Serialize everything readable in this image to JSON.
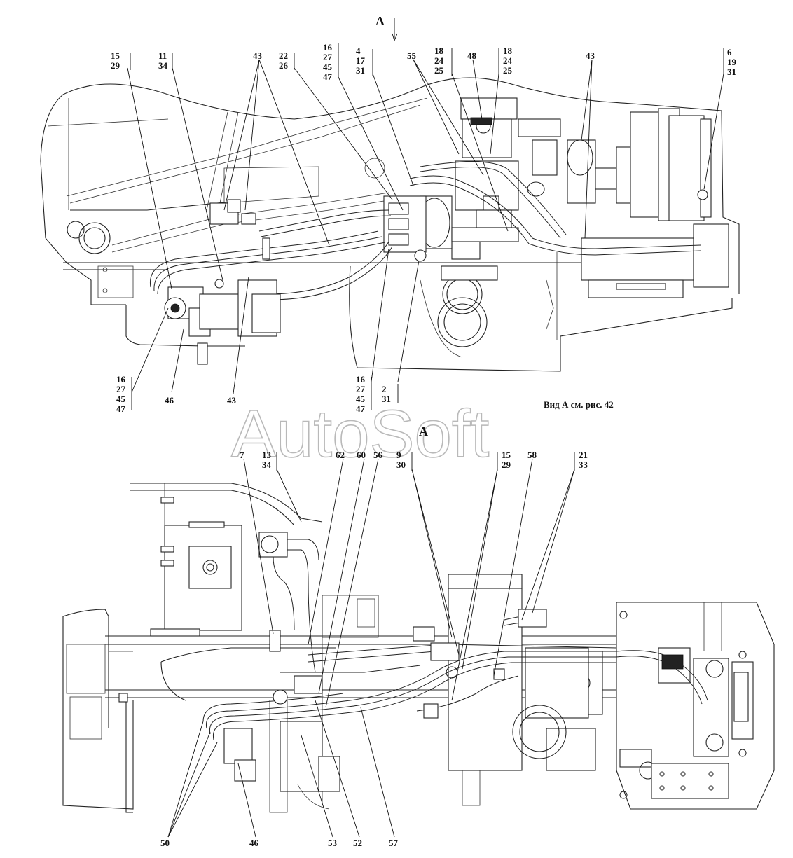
{
  "watermark": "AutoSoft",
  "top_view": {
    "arrow_label": "А",
    "note": "Вид А см. рис. 42",
    "callouts": {
      "c15_29": [
        "15",
        "29"
      ],
      "c11_34": [
        "11",
        "34"
      ],
      "c43_top": [
        "43"
      ],
      "c22_26": [
        "22",
        "26"
      ],
      "c16_27_45_47_top": [
        "16",
        "27",
        "45",
        "47"
      ],
      "c4_17_31": [
        "4",
        "17",
        "31"
      ],
      "c55": [
        "55"
      ],
      "c18_24_25_a": [
        "18",
        "24",
        "25"
      ],
      "c48": [
        "48"
      ],
      "c18_24_25_b": [
        "18",
        "24",
        "25"
      ],
      "c43_right": [
        "43"
      ],
      "c6_19_31": [
        "6",
        "19",
        "31"
      ],
      "c16_27_45_47_left": [
        "16",
        "27",
        "45",
        "47"
      ],
      "c46_top": [
        "46"
      ],
      "c43_bottom": [
        "43"
      ],
      "c16_27_45_47_mid": [
        "16",
        "27",
        "45",
        "47"
      ],
      "c2_31": [
        "2",
        "31"
      ]
    }
  },
  "bottom_view": {
    "view_label": "А",
    "callouts": {
      "c7": [
        "7"
      ],
      "c13_34": [
        "13",
        "34"
      ],
      "c62": [
        "62"
      ],
      "c60": [
        "60"
      ],
      "c56": [
        "56"
      ],
      "c9_30": [
        "9",
        "30"
      ],
      "c15_29": [
        "15",
        "29"
      ],
      "c58": [
        "58"
      ],
      "c21_33": [
        "21",
        "33"
      ],
      "c50": [
        "50"
      ],
      "c46": [
        "46"
      ],
      "c53": [
        "53"
      ],
      "c52": [
        "52"
      ],
      "c57": [
        "57"
      ]
    }
  }
}
